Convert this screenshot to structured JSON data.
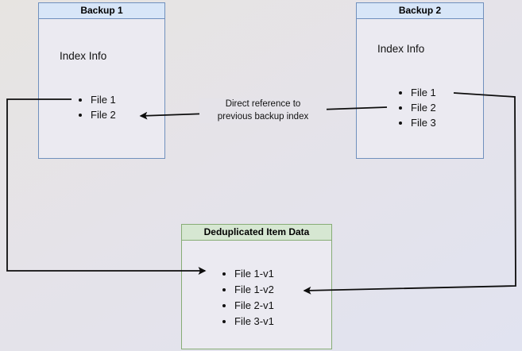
{
  "diagram": {
    "backup1": {
      "title": "Backup 1",
      "subtitle": "Index Info",
      "items": [
        "File 1",
        "File 2"
      ]
    },
    "backup2": {
      "title": "Backup 2",
      "subtitle": "Index Info",
      "items": [
        "File 1",
        "File 2",
        "File 3"
      ]
    },
    "dedup": {
      "title": "Deduplicated Item Data",
      "items": [
        "File 1-v1",
        "File 1-v2",
        "File 2-v1",
        "File 3-v1"
      ]
    },
    "annotation": {
      "line1": "Direct reference to",
      "line2": "previous backup index"
    },
    "colors": {
      "blue_fill": "#d8e6f8",
      "blue_border": "#7090bd",
      "green_fill": "#d6e7d2",
      "green_border": "#87ad76",
      "box_body": "#ebeaf1",
      "line": "#0d0d0d",
      "page_bg_label": "#e5e3e9"
    }
  }
}
